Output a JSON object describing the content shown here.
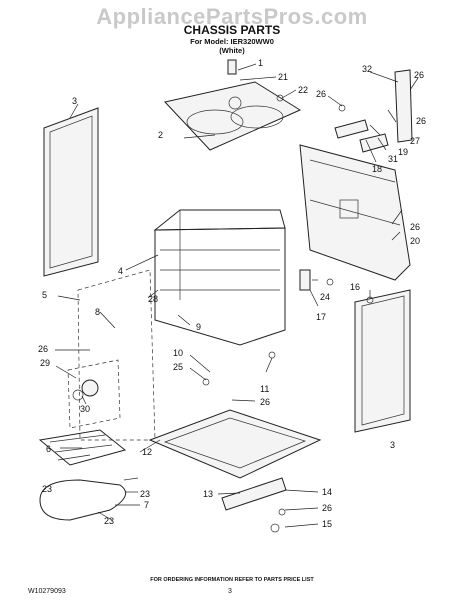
{
  "header": {
    "watermark": "AppliancePartsPros.com",
    "title": "CHASSIS PARTS",
    "model": "For Model: IER320WW0",
    "color": "(White)"
  },
  "callouts": [
    "1",
    "2",
    "3",
    "3",
    "4",
    "5",
    "6",
    "7",
    "8",
    "9",
    "10",
    "11",
    "12",
    "13",
    "14",
    "15",
    "16",
    "17",
    "18",
    "19",
    "20",
    "21",
    "22",
    "23",
    "23",
    "23",
    "24",
    "25",
    "26",
    "26",
    "26",
    "26",
    "26",
    "26",
    "26",
    "27",
    "28",
    "29",
    "30",
    "31",
    "32"
  ],
  "footer": {
    "instructions": "FOR ORDERING INFORMATION REFER TO PARTS PRICE LIST",
    "doc_number": "W10279093",
    "page": "3"
  }
}
